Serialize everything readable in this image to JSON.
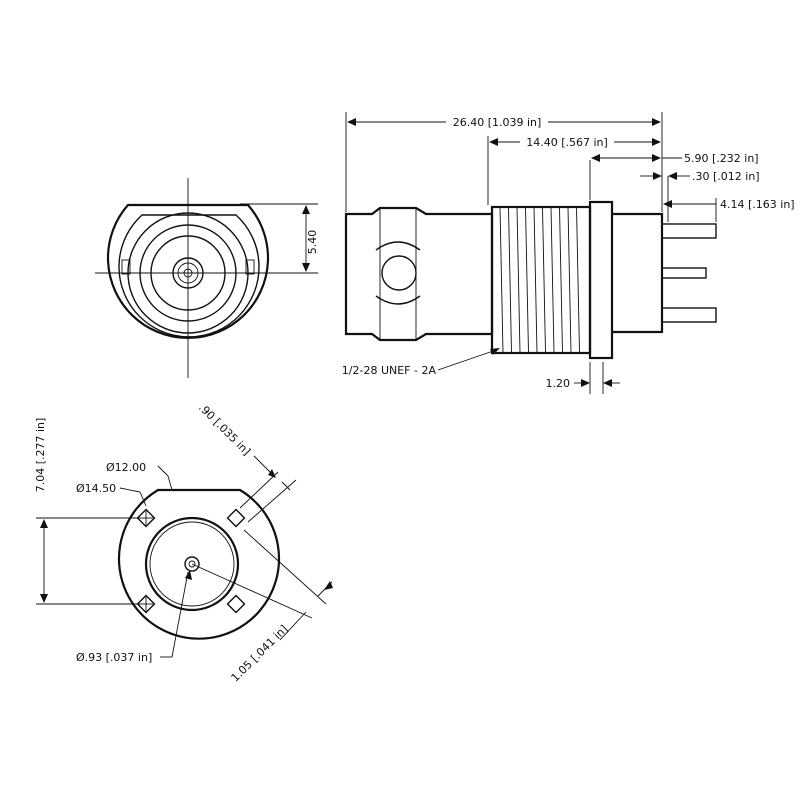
{
  "dimensions": {
    "overall_length": "26.40 [1.039 in]",
    "thread_length": "14.40 [.567 in]",
    "rear_length": "5.90 [.232 in]",
    "flange_gap": ".30 [.012 in]",
    "pin_length": "4.14 [.163 in]",
    "flange_thickness": "1.20",
    "bnc_height": "5.40",
    "thread_spec": "1/2-28 UNEF - 2A",
    "pin_spacing_vertical": "7.04 [.277 in]",
    "slot_width": ".90 [.035 in]",
    "diameter_inner": "Ø12.00",
    "diameter_outer": "Ø14.50",
    "pin_diameter": "Ø.93 [.037 in]",
    "pin_offset": "1.05 [.041 in]"
  }
}
